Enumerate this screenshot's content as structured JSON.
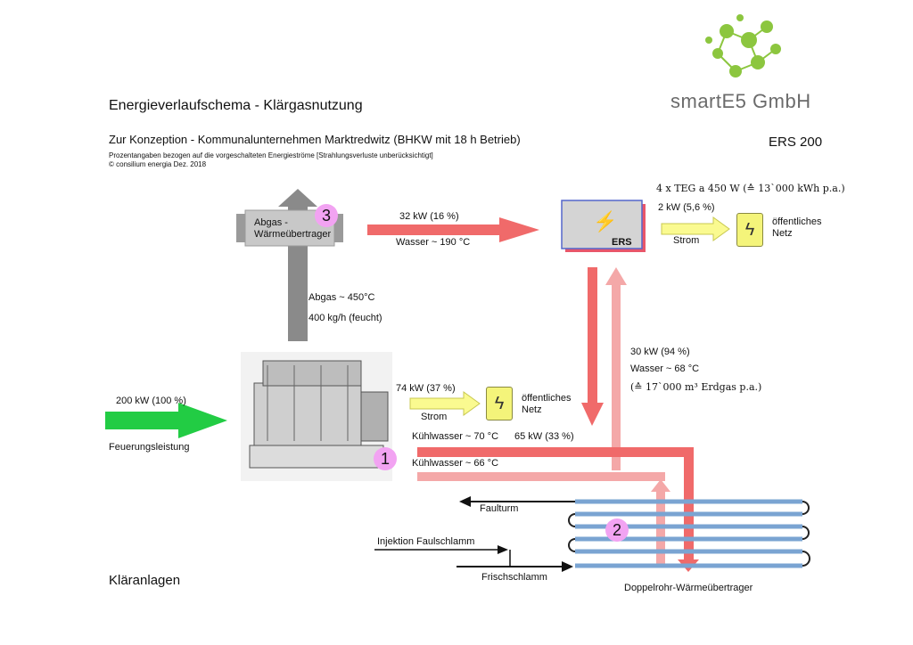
{
  "header": {
    "title": "Energieverlaufschema - Klärgasnutzung",
    "subtitle": "Zur Konzeption - Kommunalunternehmen Marktredwitz (BHKW mit 18 h Betrieb)",
    "note_1": "Prozentangaben bezogen auf die vorgeschalteten Energieströme [Strahlungsverluste unberücksichtigt]",
    "note_2": "© consilium energia Dez. 2018",
    "ers_label": "ERS 200",
    "company": "smartE5 GmbH"
  },
  "nodes": {
    "abgas_wt": "Abgas -\nWärmeübertrager",
    "ers": "ERS",
    "oeffentliches_netz_1": "öffentliches\nNetz",
    "oeffentliches_netz_2": "öffentliches\nNetz",
    "doppelrohr": "Doppelrohr-Wärmeübertrager",
    "klaeranlagen": "Kläranlagen"
  },
  "badges": [
    "1",
    "2",
    "3"
  ],
  "labels": {
    "abgas_temp": "Abgas ~ 450°C",
    "abgas_mass": "400 kg/h (feucht)",
    "water_to_ers_kw": "32 kW (16 %)",
    "water_to_ers_temp": "Wasser ~ 190 °C",
    "teg": "4 x TEG a 450 W (≙ 13`000 kWh p.a.)",
    "ers_power": "2 kW (5,6 %)",
    "strom_1": "Strom",
    "strom_2": "Strom",
    "bhkw_power": "74 kW (37 %)",
    "fuel_kw": "200 kW (100 %)",
    "fuel_label": "Feuerungsleistung",
    "return_kw": "30 kW (94 %)",
    "return_temp": "Wasser ~ 68 °C",
    "gas_equiv": "(≙ 17`000 m³ Erdgas p.a.)",
    "coolant_hot": "Kühlwasser ~ 70 °C",
    "coolant_hot_kw": "65 kW (33 %)",
    "coolant_cold": "Kühlwasser ~ 66 °C",
    "faulturm": "Faulturm",
    "injektion": "Injektion Faulschlamm",
    "frischschlamm": "Frischschlamm"
  },
  "colors": {
    "green_arrow": "#22cc44",
    "red_arrow": "#f06a6a",
    "pink_pipe": "#f4a8a8",
    "yellow_arrow": "#fafa90",
    "grey_pipe": "#8a8a8a",
    "blue_pipe": "#7aa4d2",
    "badge": "#f2a3f2",
    "logo_green": "#8cc63f"
  },
  "icons": [
    "bolt-icon",
    "engine-image",
    "logo-molecule"
  ]
}
